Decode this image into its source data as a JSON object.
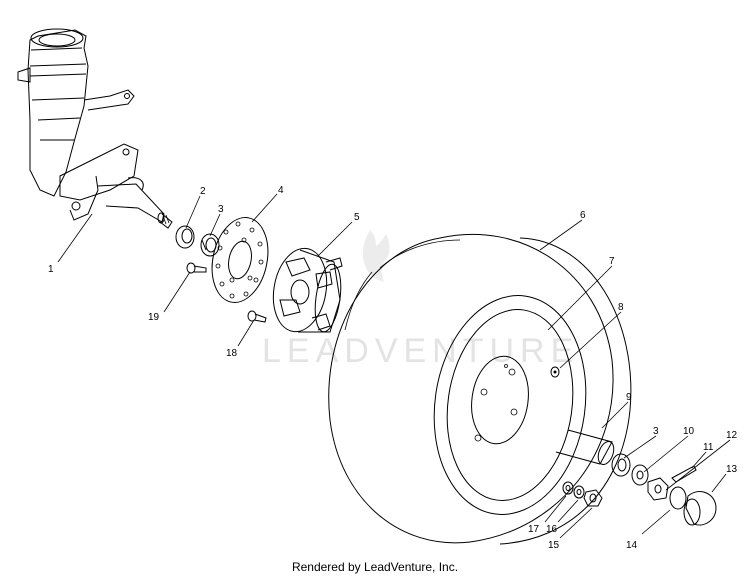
{
  "watermark": {
    "text": "LEADVENTURE"
  },
  "footer": {
    "text": "Rendered by LeadVenture, Inc."
  },
  "callouts": {
    "c1": "1",
    "c2": "2",
    "c3a": "3",
    "c3b": "3",
    "c4": "4",
    "c5": "5",
    "c6": "6",
    "c7": "7",
    "c8": "8",
    "c9": "9",
    "c10": "10",
    "c11": "11",
    "c12": "12",
    "c13": "13",
    "c14": "14",
    "c15": "15",
    "c16": "16",
    "c17": "17",
    "c18": "18",
    "c19": "19"
  }
}
